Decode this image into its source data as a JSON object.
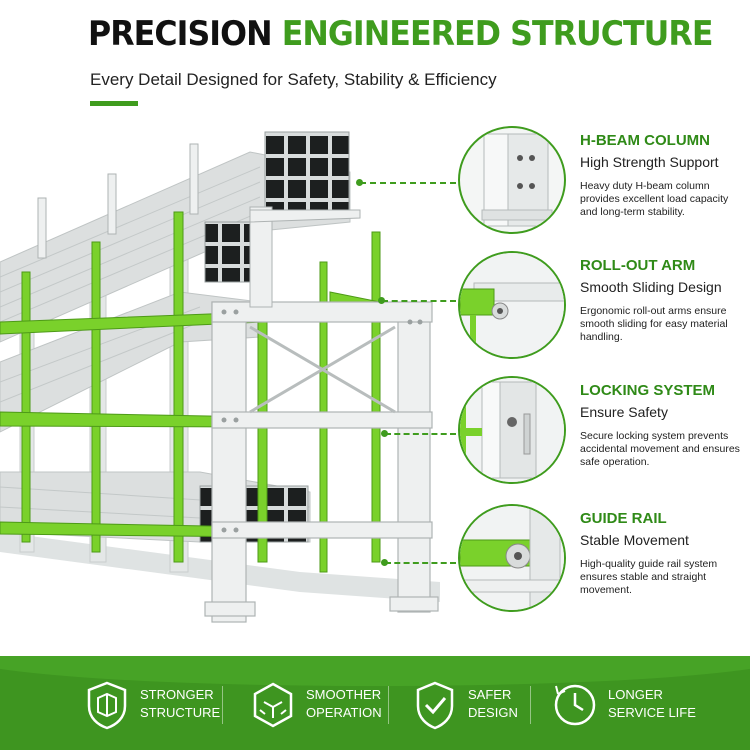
{
  "header": {
    "title_part1": "PRECISION",
    "title_part2": "ENGINEERED STRUCTURE",
    "subtitle": "Every Detail Designed for Safety, Stability & Efficiency"
  },
  "colors": {
    "brand_green": "#3f9c1e",
    "rack_white": "#e9ecec",
    "arm_green": "#7ad12b",
    "banner_green": "#3e9520"
  },
  "features": [
    {
      "icon": "h-beam-column-detail",
      "title": "H-BEAM COLUMN",
      "subtitle": "High Strength Support",
      "description": "Heavy duty H-beam column provides excellent load capacity and long-term stability."
    },
    {
      "icon": "roll-out-arm-detail",
      "title": "ROLL-OUT ARM",
      "subtitle": "Smooth Sliding Design",
      "description": "Ergonomic roll-out arms ensure smooth sliding for easy material handling."
    },
    {
      "icon": "locking-system-detail",
      "title": "LOCKING SYSTEM",
      "subtitle": "Ensure Safety",
      "description": "Secure locking system prevents accidental movement and ensures safe operation."
    },
    {
      "icon": "guide-rail-detail",
      "title": "GUIDE RAIL",
      "subtitle": "Stable Movement",
      "description": "High-quality guide rail system ensures stable and straight movement."
    }
  ],
  "benefits": [
    {
      "icon": "shield-structure-icon",
      "line1": "STRONGER",
      "line2": "STRUCTURE"
    },
    {
      "icon": "cube-operation-icon",
      "line1": "SMOOTHER",
      "line2": "OPERATION"
    },
    {
      "icon": "shield-check-icon",
      "line1": "SAFER",
      "line2": "DESIGN"
    },
    {
      "icon": "clock-life-icon",
      "line1": "LONGER",
      "line2": "SERVICE LIFE"
    }
  ]
}
